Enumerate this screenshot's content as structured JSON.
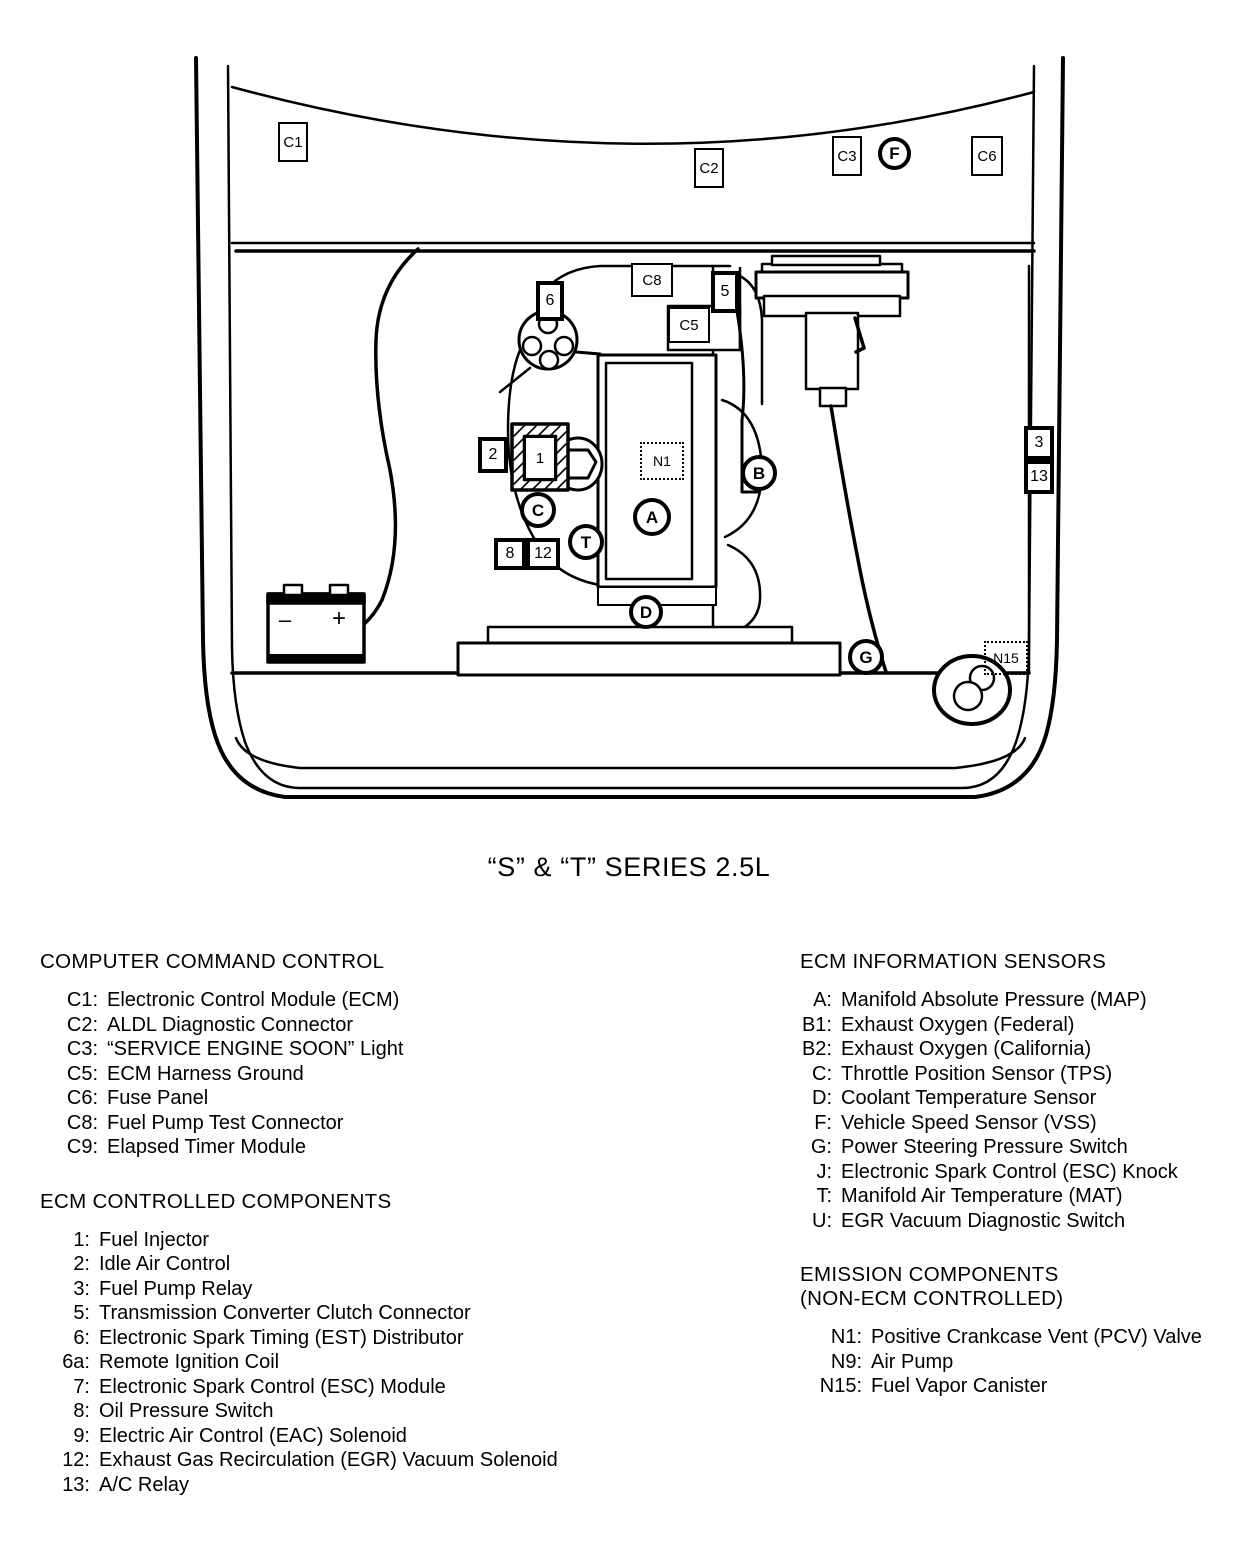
{
  "caption": "“S” & “T” SERIES 2.5L",
  "diagram": {
    "callouts": [
      {
        "id": "C1",
        "shape": "box"
      },
      {
        "id": "C2",
        "shape": "box"
      },
      {
        "id": "C3",
        "shape": "box"
      },
      {
        "id": "F",
        "shape": "circle"
      },
      {
        "id": "C6",
        "shape": "box"
      },
      {
        "id": "6",
        "shape": "box-thick"
      },
      {
        "id": "C8",
        "shape": "box"
      },
      {
        "id": "5",
        "shape": "box-thick"
      },
      {
        "id": "C5",
        "shape": "box"
      },
      {
        "id": "2",
        "shape": "box-thick"
      },
      {
        "id": "1",
        "shape": "box"
      },
      {
        "id": "B",
        "shape": "circle"
      },
      {
        "id": "C",
        "shape": "circle"
      },
      {
        "id": "T",
        "shape": "circle"
      },
      {
        "id": "8",
        "shape": "box-thick"
      },
      {
        "id": "12",
        "shape": "box-thick"
      },
      {
        "id": "A",
        "shape": "circle"
      },
      {
        "id": "N1",
        "shape": "dotted"
      },
      {
        "id": "D",
        "shape": "circle"
      },
      {
        "id": "G",
        "shape": "circle"
      },
      {
        "id": "3",
        "shape": "box-thick"
      },
      {
        "id": "13",
        "shape": "box-thick"
      },
      {
        "id": "N15",
        "shape": "dotted"
      }
    ],
    "battery": {
      "negative": "–",
      "positive": "+"
    }
  },
  "legend": {
    "computer_command_control": {
      "title": "COMPUTER COMMAND CONTROL",
      "items": [
        {
          "key": "C1:",
          "label": "Electronic Control Module (ECM)"
        },
        {
          "key": "C2:",
          "label": "ALDL Diagnostic Connector"
        },
        {
          "key": "C3:",
          "label": "“SERVICE ENGINE SOON” Light"
        },
        {
          "key": "C5:",
          "label": "ECM Harness Ground"
        },
        {
          "key": "C6:",
          "label": "Fuse Panel"
        },
        {
          "key": "C8:",
          "label": "Fuel Pump Test Connector"
        },
        {
          "key": "C9:",
          "label": "Elapsed Timer Module"
        }
      ]
    },
    "ecm_controlled_components": {
      "title": "ECM CONTROLLED COMPONENTS",
      "items": [
        {
          "key": "1:",
          "label": "Fuel Injector"
        },
        {
          "key": "2:",
          "label": "Idle Air Control"
        },
        {
          "key": "3:",
          "label": "Fuel Pump Relay"
        },
        {
          "key": "5:",
          "label": "Transmission Converter Clutch Connector"
        },
        {
          "key": "6:",
          "label": "Electronic Spark Timing (EST) Distributor"
        },
        {
          "key": "6a:",
          "label": "Remote Ignition Coil"
        },
        {
          "key": "7:",
          "label": "Electronic Spark Control (ESC) Module"
        },
        {
          "key": "8:",
          "label": "Oil Pressure Switch"
        },
        {
          "key": "9:",
          "label": "Electric Air Control (EAC) Solenoid"
        },
        {
          "key": "12:",
          "label": "Exhaust Gas Recirculation (EGR) Vacuum Solenoid"
        },
        {
          "key": "13:",
          "label": "A/C Relay"
        }
      ]
    },
    "ecm_information_sensors": {
      "title": "ECM INFORMATION SENSORS",
      "items": [
        {
          "key": "A:",
          "label": "Manifold Absolute Pressure (MAP)"
        },
        {
          "key": "B1:",
          "label": "Exhaust Oxygen (Federal)"
        },
        {
          "key": "B2:",
          "label": "Exhaust Oxygen (California)"
        },
        {
          "key": "C:",
          "label": "Throttle Position Sensor (TPS)"
        },
        {
          "key": "D:",
          "label": "Coolant Temperature Sensor"
        },
        {
          "key": "F:",
          "label": "Vehicle Speed Sensor (VSS)"
        },
        {
          "key": "G:",
          "label": "Power Steering Pressure Switch"
        },
        {
          "key": "J:",
          "label": "Electronic Spark Control (ESC) Knock"
        },
        {
          "key": "T:",
          "label": "Manifold Air Temperature (MAT)"
        },
        {
          "key": "U:",
          "label": "EGR Vacuum Diagnostic Switch"
        }
      ]
    },
    "emission_components": {
      "title": "EMISSION COMPONENTS\n(NON-ECM CONTROLLED)",
      "items": [
        {
          "key": "N1:",
          "label": "Positive Crankcase Vent (PCV) Valve"
        },
        {
          "key": "N9:",
          "label": "Air Pump"
        },
        {
          "key": "N15:",
          "label": "Fuel Vapor Canister"
        }
      ]
    }
  }
}
